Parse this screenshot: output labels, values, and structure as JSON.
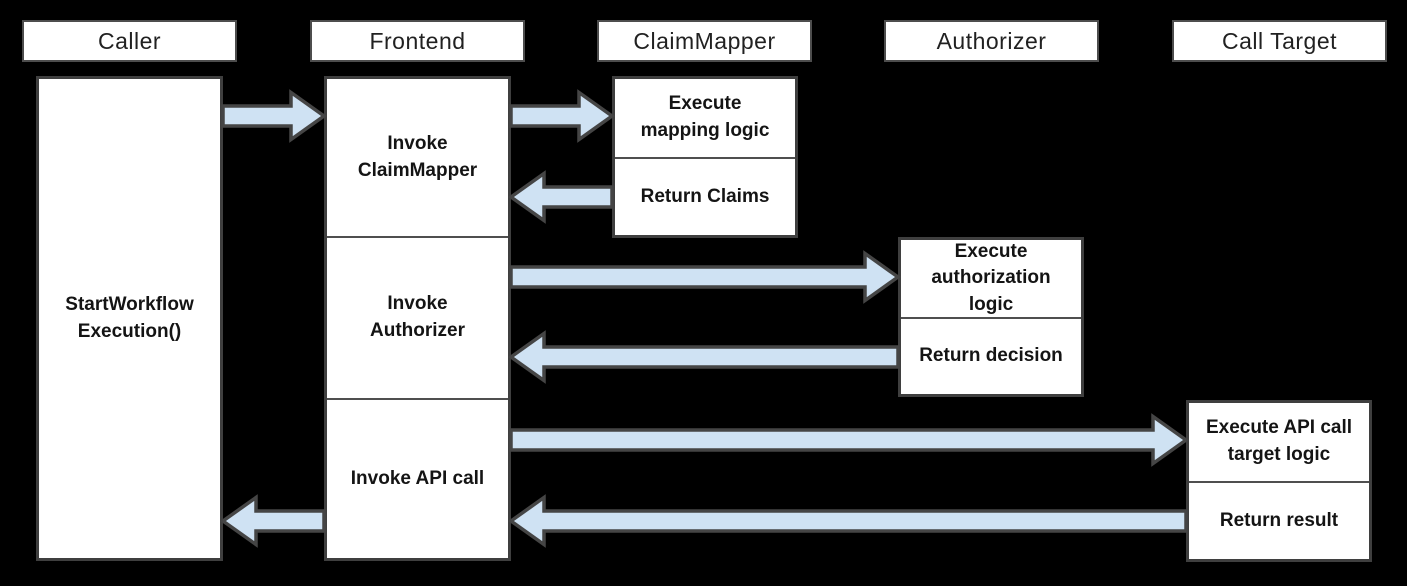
{
  "colors": {
    "background": "#000000",
    "box_fill": "#ffffff",
    "box_border": "#3f3f3f",
    "header_border": "#4d4d4d",
    "arrow_fill": "#cfe2f3",
    "arrow_outline": "#454545",
    "text": "#141414"
  },
  "lifelines": [
    {
      "name": "Caller",
      "activities": [
        "StartWorkflow\nExecution()"
      ]
    },
    {
      "name": "Frontend",
      "activities": [
        "Invoke\nClaimMapper",
        "Invoke\nAuthorizer",
        "Invoke API call"
      ]
    },
    {
      "name": "ClaimMapper",
      "activities": [
        "Execute\nmapping logic",
        "Return Claims"
      ]
    },
    {
      "name": "Authorizer",
      "activities": [
        "Execute\nauthorization\nlogic",
        "Return decision"
      ]
    },
    {
      "name": "Call Target",
      "activities": [
        "Execute API call\ntarget logic",
        "Return result"
      ]
    }
  ],
  "messages": [
    {
      "from": "Caller",
      "to": "Frontend"
    },
    {
      "from": "Frontend",
      "to": "ClaimMapper"
    },
    {
      "from": "ClaimMapper",
      "to": "Frontend"
    },
    {
      "from": "Frontend",
      "to": "Authorizer"
    },
    {
      "from": "Authorizer",
      "to": "Frontend"
    },
    {
      "from": "Frontend",
      "to": "Call Target"
    },
    {
      "from": "Call Target",
      "to": "Frontend"
    },
    {
      "from": "Frontend",
      "to": "Caller"
    }
  ]
}
